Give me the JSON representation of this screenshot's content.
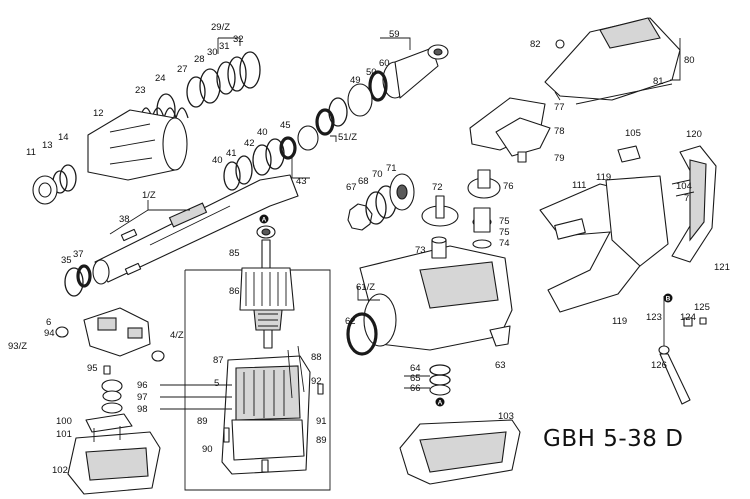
{
  "model_title": "GBH 5-38 D",
  "markers": [
    "A",
    "A",
    "B"
  ],
  "callouts": [
    "29/Z",
    "32",
    "31",
    "30",
    "28",
    "27",
    "24",
    "23",
    "12",
    "11",
    "13",
    "14",
    "59",
    "60",
    "50",
    "49",
    "45",
    "51/Z",
    "42",
    "40",
    "41",
    "40",
    "43",
    "1/Z",
    "38",
    "35",
    "37",
    "85",
    "86",
    "4/Z",
    "87",
    "88",
    "5",
    "92",
    "89",
    "90",
    "91",
    "89",
    "6",
    "94",
    "93/Z",
    "95",
    "96",
    "97",
    "98",
    "100",
    "101",
    "102",
    "82",
    "80",
    "81",
    "77",
    "78",
    "79",
    "105",
    "120",
    "111",
    "119",
    "104",
    "7",
    "121",
    "67",
    "68",
    "70",
    "71",
    "72",
    "76",
    "75",
    "75",
    "74",
    "73",
    "61/Z",
    "62",
    "63",
    "64",
    "65",
    "66",
    "103",
    "123",
    "124",
    "125",
    "126",
    "119"
  ]
}
